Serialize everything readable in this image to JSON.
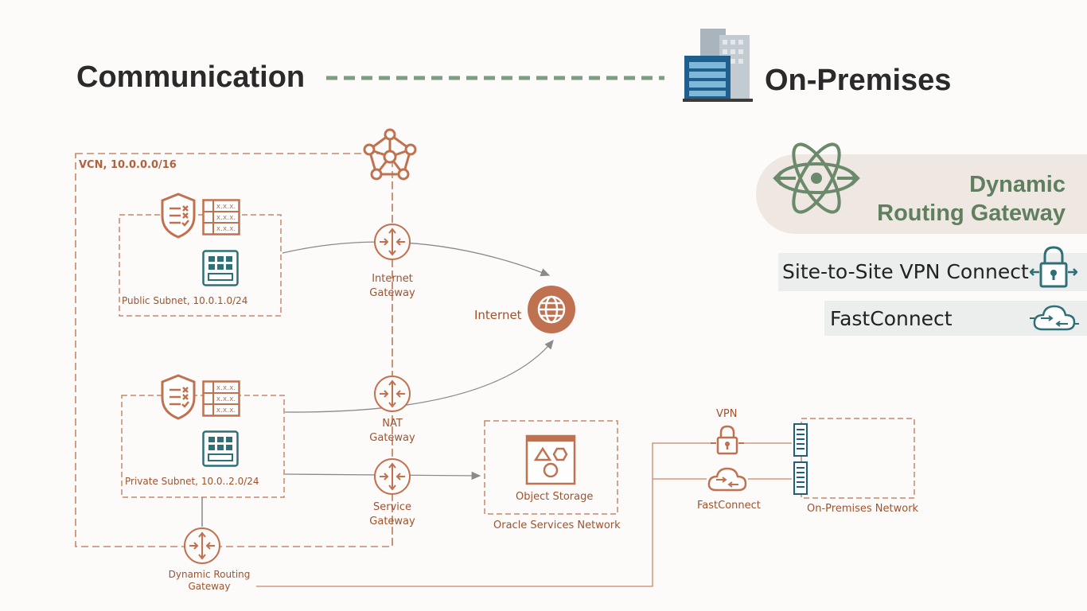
{
  "header": {
    "left_title": "Communication",
    "right_title": "On-Premises"
  },
  "diagram": {
    "vcn_label": "VCN, 10.0.0.0/16",
    "public_subnet": "Public Subnet, 10.0.1.0/24",
    "private_subnet": "Private Subnet, 10.0..2.0/24",
    "internet_gateway": [
      "Internet",
      "Gateway"
    ],
    "nat_gateway": [
      "NAT",
      "Gateway"
    ],
    "service_gateway": [
      "Service",
      "Gateway"
    ],
    "dynamic_routing_gateway": [
      "Dynamic Routing",
      "Gateway"
    ],
    "internet": "Internet",
    "object_storage": "Object Storage",
    "oracle_services_network": "Oracle Services Network",
    "vpn": "VPN",
    "fastconnect": "FastConnect",
    "on_premises_network": "On-Premises Network",
    "security_list_cells": "x.x.x."
  },
  "side_panel": {
    "drg_title_line1": "Dynamic",
    "drg_title_line2": "Routing Gateway",
    "vpn_option": "Site-to-Site VPN Connect",
    "fastconnect_option": "FastConnect"
  },
  "colors": {
    "accent_orange": "#c0714f",
    "green": "#6b8a6b",
    "teal": "#2f6f78"
  },
  "icons": [
    "building-icon",
    "network-hub-icon",
    "security-list-icon",
    "route-table-icon",
    "compute-icon",
    "gateway-icon",
    "globe-icon",
    "object-storage-icon",
    "lock-icon",
    "cloud-icon",
    "server-icon",
    "drg-atom-icon",
    "vpn-lock-icon",
    "fastconnect-cloud-icon"
  ]
}
